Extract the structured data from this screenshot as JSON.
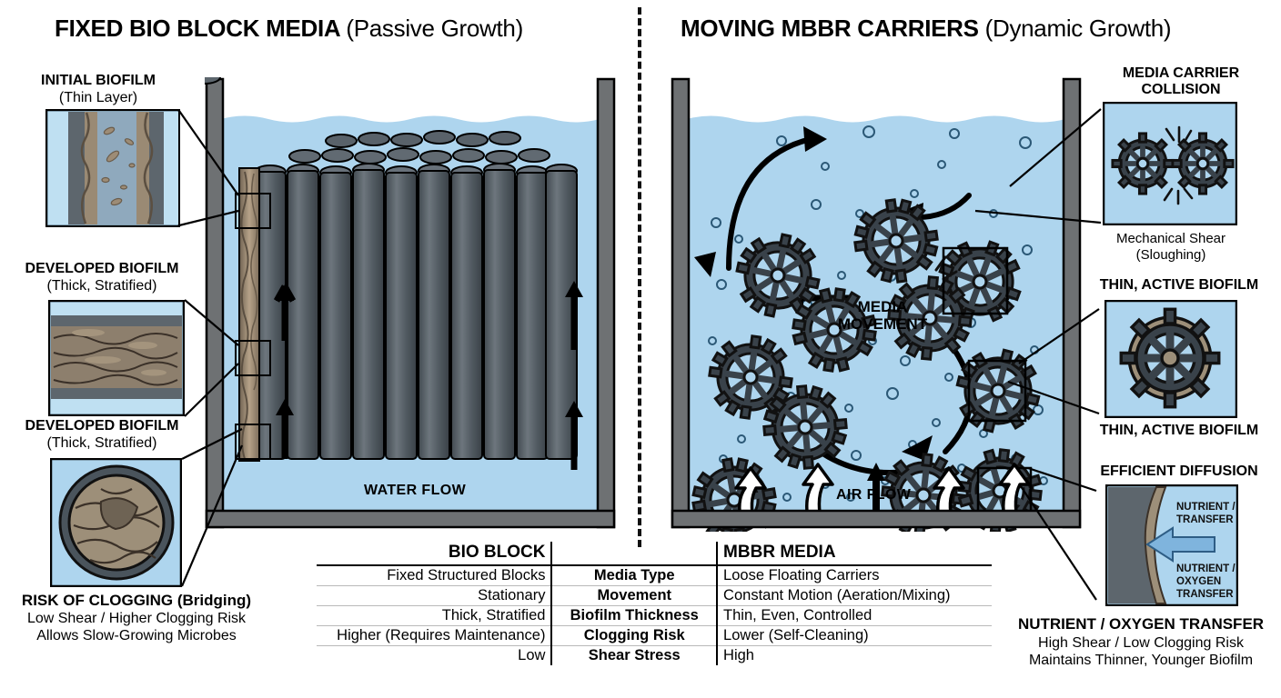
{
  "headers": {
    "left_bold": "FIXED BIO BLOCK MEDIA",
    "left_reg": "(Passive Growth)",
    "right_bold": "MOVING MBBR CARRIERS",
    "right_reg": "(Dynamic Growth)"
  },
  "left_callouts": {
    "initial_biofilm_title": "INITIAL BIOFILM",
    "initial_biofilm_sub": "(Thin Layer)",
    "developed_biofilm_title": "DEVELOPED BIOFILM",
    "developed_biofilm_sub": "(Thick, Stratified)",
    "developed_biofilm_title2": "DEVELOPED BIOFILM",
    "developed_biofilm_sub2": "(Thick, Stratified)",
    "clogging_title": "RISK OF CLOGGING (Bridging)",
    "clogging_line1": "Low Shear / Higher Clogging Risk",
    "clogging_line2": "Allows Slow-Growing Microbes"
  },
  "right_callouts": {
    "collision_title_l1": "MEDIA CARRIER",
    "collision_title_l2": "COLLISION",
    "collision_sub_l1": "Mechanical Shear",
    "collision_sub_l2": "(Sloughing)",
    "thin_active_top": "THIN, ACTIVE BIOFILM",
    "thin_active_bottom": "THIN, ACTIVE BIOFILM",
    "efficient_diffusion": "EFFICIENT DIFFUSION",
    "diffusion_label_1": "NUTRIENT /",
    "diffusion_label_2": "TRANSFER",
    "diffusion_label_3": "NUTRIENT /",
    "diffusion_label_4": "OXYGEN",
    "diffusion_label_5": "TRANSFER",
    "nutrient_title": "NUTRIENT / OXYGEN TRANSFER",
    "nutrient_line1": "High Shear / Low Clogging Risk",
    "nutrient_line2": "Maintains Thinner, Younger Biofilm"
  },
  "tanks": {
    "left_flow_label": "WATER FLOW",
    "right_media_label_l1": "MEDIA",
    "right_media_label_l2": "MOVEMENT",
    "right_flow_label": "AIR FLOW"
  },
  "table": {
    "header_left": "BIO BLOCK",
    "header_mid": "",
    "header_right": "MBBR MEDIA",
    "rows": [
      {
        "left": "Fixed Structured Blocks",
        "attribute": "Media Type",
        "right": "Loose Floating Carriers"
      },
      {
        "left": "Stationary",
        "attribute": "Movement",
        "right": "Constant Motion (Aeration/Mixing)"
      },
      {
        "left": "Thick, Stratified",
        "attribute": "Biofilm Thickness",
        "right": "Thin, Even, Controlled"
      },
      {
        "left": "Higher (Requires Maintenance)",
        "attribute": "Clogging Risk",
        "right": "Lower (Self-Cleaning)"
      },
      {
        "left": "Low",
        "attribute": "Shear Stress",
        "right": "High"
      }
    ]
  },
  "colors": {
    "water": "#aed5ee",
    "tank_wall": "#6e7173",
    "biofilm": "#8d7c68",
    "carrier": "#3e464d",
    "accent_arrow": "#7fb4dd"
  }
}
